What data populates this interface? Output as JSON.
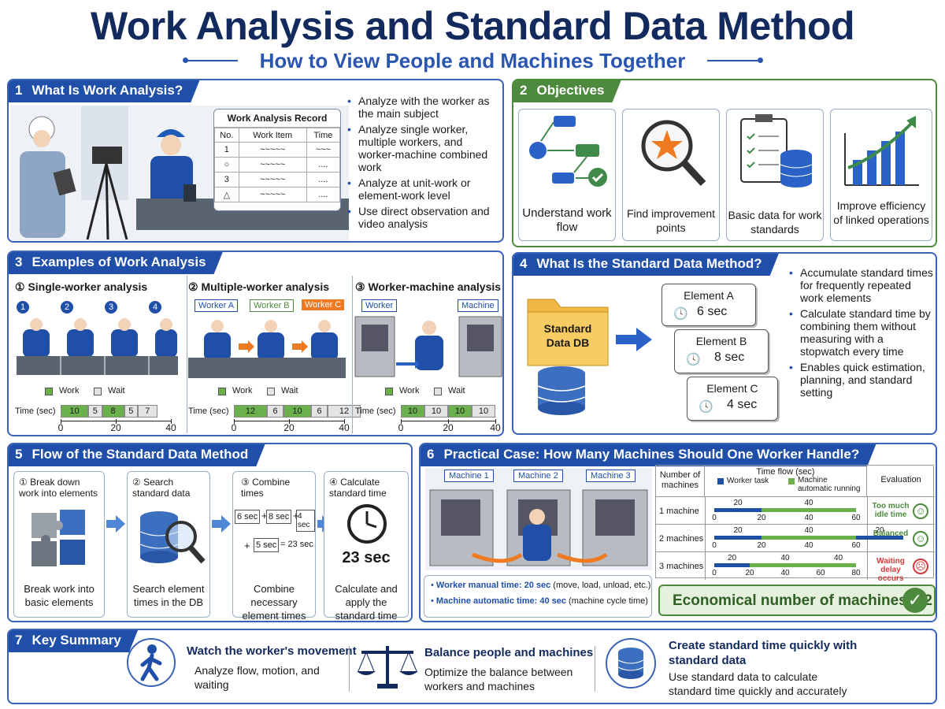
{
  "title": "Work Analysis and Standard Data Method",
  "subtitle": "How to View People and Machines Together",
  "colors": {
    "navy": "#132a5e",
    "blue": "#1f4fa8",
    "green": "#4e8a3e",
    "work": "#6ab04c",
    "wait": "#e4e4e4",
    "orange": "#f07a22",
    "red": "#d23b3b"
  },
  "s1": {
    "num": "1",
    "title": "What Is Work Analysis?",
    "record_title": "Work Analysis Record",
    "cols": [
      "No.",
      "Work Item",
      "Time"
    ],
    "rows": [
      [
        "1",
        "~~~~~",
        "~~~"
      ],
      [
        "○",
        "~~~~~",
        "...."
      ],
      [
        "3",
        "~~~~~",
        "...."
      ],
      [
        "△",
        "~~~~~",
        "...."
      ]
    ],
    "bullets": [
      "Analyze with the worker as the main subject",
      "Analyze single worker, multiple workers, and worker-machine combined work",
      "Analyze at unit-work or element-work level",
      "Use direct observation and video analysis"
    ]
  },
  "s2": {
    "num": "2",
    "title": "Objectives",
    "cards": [
      "Understand work flow",
      "Find improvement points",
      "Basic data for work standards",
      "Improve efficiency of linked operations"
    ]
  },
  "s3": {
    "num": "3",
    "title": "Examples of Work Analysis",
    "legend": {
      "work": "Work",
      "wait": "Wait"
    },
    "time_label": "Time (sec)",
    "subs": [
      {
        "title": "① Single-worker analysis",
        "labels": [
          "1",
          "2",
          "3",
          "4"
        ],
        "segments": [
          "10",
          "5",
          "8",
          "5",
          "7"
        ],
        "ticks": [
          "0",
          "20",
          "40"
        ]
      },
      {
        "title": "② Multiple-worker analysis",
        "labels": [
          "Worker A",
          "Worker B",
          "Worker C"
        ],
        "segments": [
          "12",
          "6",
          "10",
          "6",
          "12"
        ],
        "ticks": [
          "0",
          "20",
          "40"
        ]
      },
      {
        "title": "③ Worker-machine analysis",
        "labels": [
          "Worker",
          "Machine"
        ],
        "segments": [
          "10",
          "10",
          "10",
          "10"
        ],
        "ticks": [
          "0",
          "20",
          "40"
        ]
      }
    ]
  },
  "s4": {
    "num": "4",
    "title": "What Is the Standard Data Method?",
    "db_label": "Standard Data DB",
    "elements": [
      {
        "name": "Element A",
        "time": "6 sec"
      },
      {
        "name": "Element B",
        "time": "8 sec"
      },
      {
        "name": "Element C",
        "time": "4 sec"
      }
    ],
    "bullets": [
      "Accumulate standard times for frequently repeated work elements",
      "Calculate standard time by combining them without measuring with a stopwatch every time",
      "Enables quick estimation, planning, and standard setting"
    ]
  },
  "s5": {
    "num": "5",
    "title": "Flow of the Standard Data Method",
    "steps": [
      {
        "head": "① Break down work into elements",
        "caption": "Break work into basic elements"
      },
      {
        "head": "② Search standard data",
        "caption": "Search element times in the DB"
      },
      {
        "head": "③ Combine times",
        "caption": "Combine necessary element times"
      },
      {
        "head": "④ Calculate standard time",
        "caption": "Calculate and apply the standard time"
      }
    ],
    "combo": {
      "a": "6 sec",
      "b": "8 sec",
      "c": "4 sec",
      "d": "5 sec",
      "plus": "+",
      "eq": "= 23 sec"
    },
    "result": "23 sec"
  },
  "s6": {
    "num": "6",
    "title": "Practical Case: How Many Machines Should One Worker Handle?",
    "machine_labels": [
      "Machine 1",
      "Machine 2",
      "Machine 3"
    ],
    "notes": [
      {
        "bold": "Worker manual time: 20 sec",
        "rest": " (move, load, unload, etc.)"
      },
      {
        "bold": "Machine automatic time: 40 sec",
        "rest": " (machine cycle time)"
      }
    ],
    "table": {
      "col1": "Number of machines",
      "col2": "Time flow (sec)",
      "col3": "Evaluation",
      "legend_task": "Worker task",
      "legend_run": "Machine automatic running",
      "rows": [
        {
          "label": "1 machine",
          "top": [
            "20",
            "40"
          ],
          "ticks": [
            "0",
            "20",
            "40",
            "60"
          ],
          "eval": "Too much idle time",
          "eval_color": "#4e8a3e"
        },
        {
          "label": "2 machines",
          "top": [
            "20",
            "40",
            "20"
          ],
          "ticks": [
            "0",
            "20",
            "40",
            "60"
          ],
          "eval": "Balanced",
          "eval_color": "#4e8a3e"
        },
        {
          "label": "3 machines",
          "top": [
            "20",
            "40",
            "40"
          ],
          "ticks": [
            "0",
            "20",
            "40",
            "60",
            "80"
          ],
          "eval": "Waiting delay occurs",
          "eval_color": "#d23b3b"
        }
      ]
    },
    "result": "Economical number of machines = 2"
  },
  "s7": {
    "num": "7",
    "title": "Key Summary",
    "items": [
      {
        "head": "Watch the worker's movement",
        "body": "Analyze flow, motion, and waiting"
      },
      {
        "head": "Balance people and machines",
        "body": "Optimize the balance between workers and machines"
      },
      {
        "head": "Create standard time quickly with standard data",
        "body": "Use standard data to calculate standard time quickly and accurately"
      }
    ]
  }
}
